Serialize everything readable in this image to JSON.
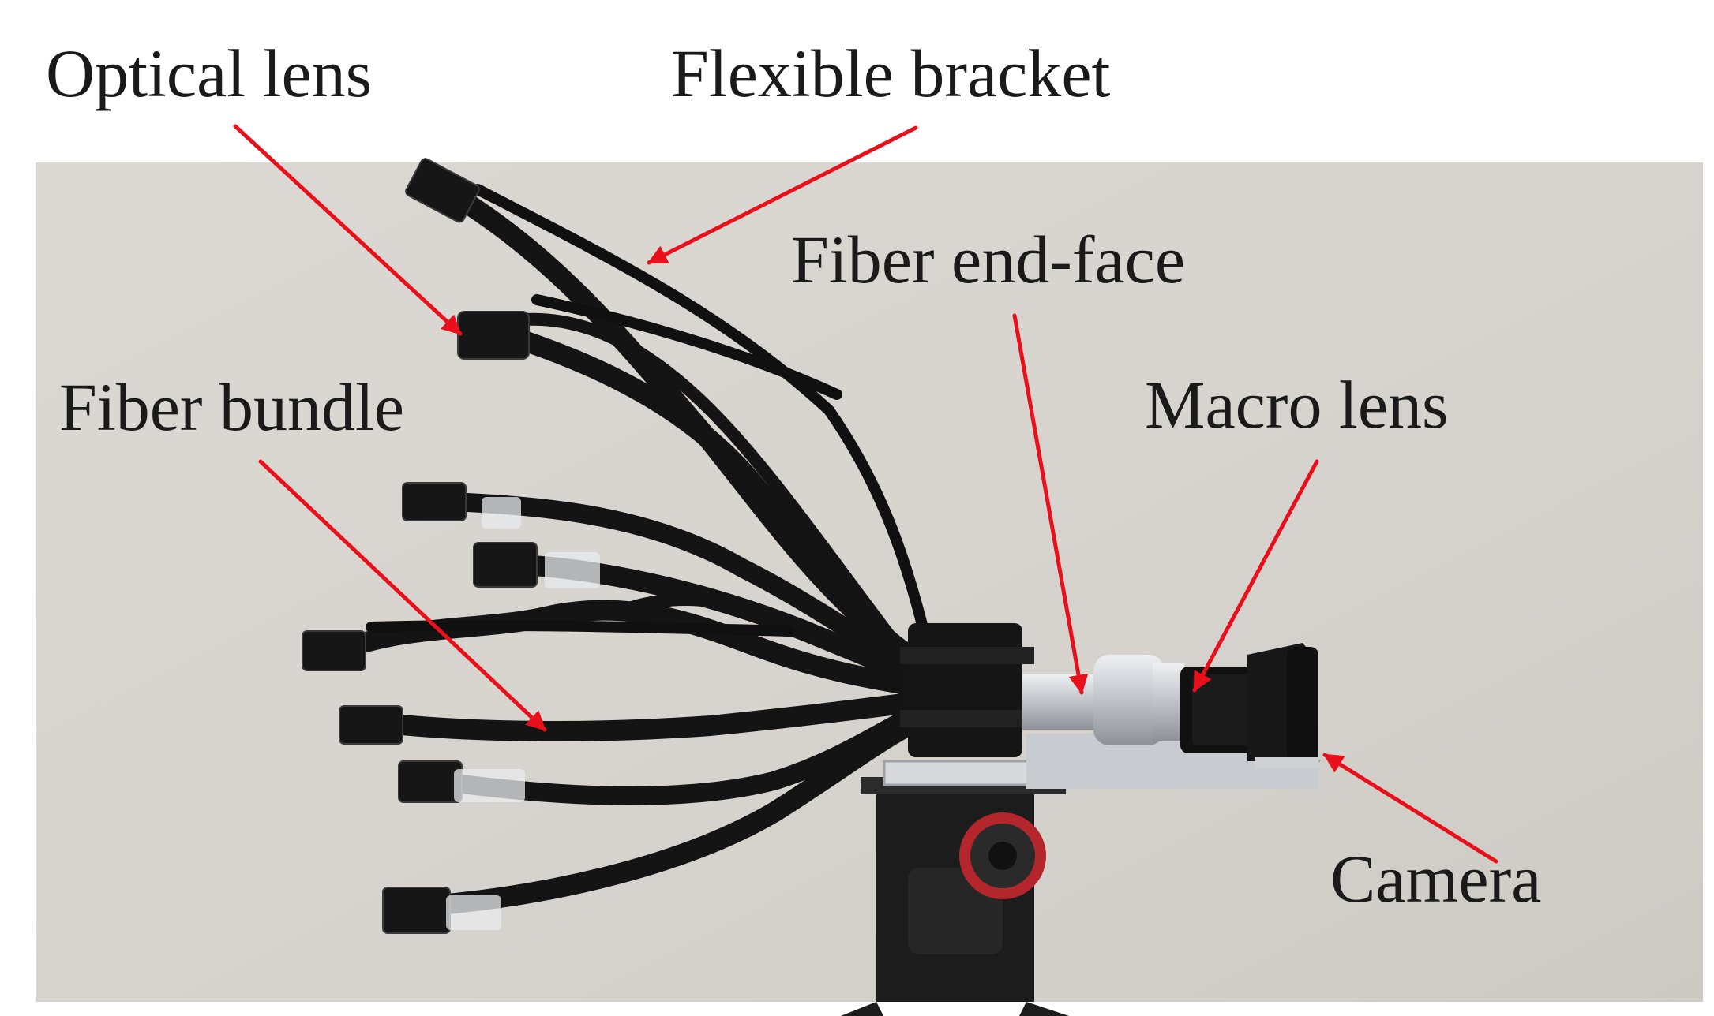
{
  "labels": {
    "optical_lens": "Optical lens",
    "flexible_bracket": "Flexible bracket",
    "fiber_end_face": "Fiber end-face",
    "macro_lens": "Macro lens",
    "fiber_bundle": "Fiber bundle",
    "camera": "Camera"
  },
  "colors": {
    "wall": "#d8d4cf",
    "arrow": "#e8101a",
    "fiber": "#141414",
    "metal": "#c3c6cb",
    "label_text": "#1a1a1a"
  }
}
